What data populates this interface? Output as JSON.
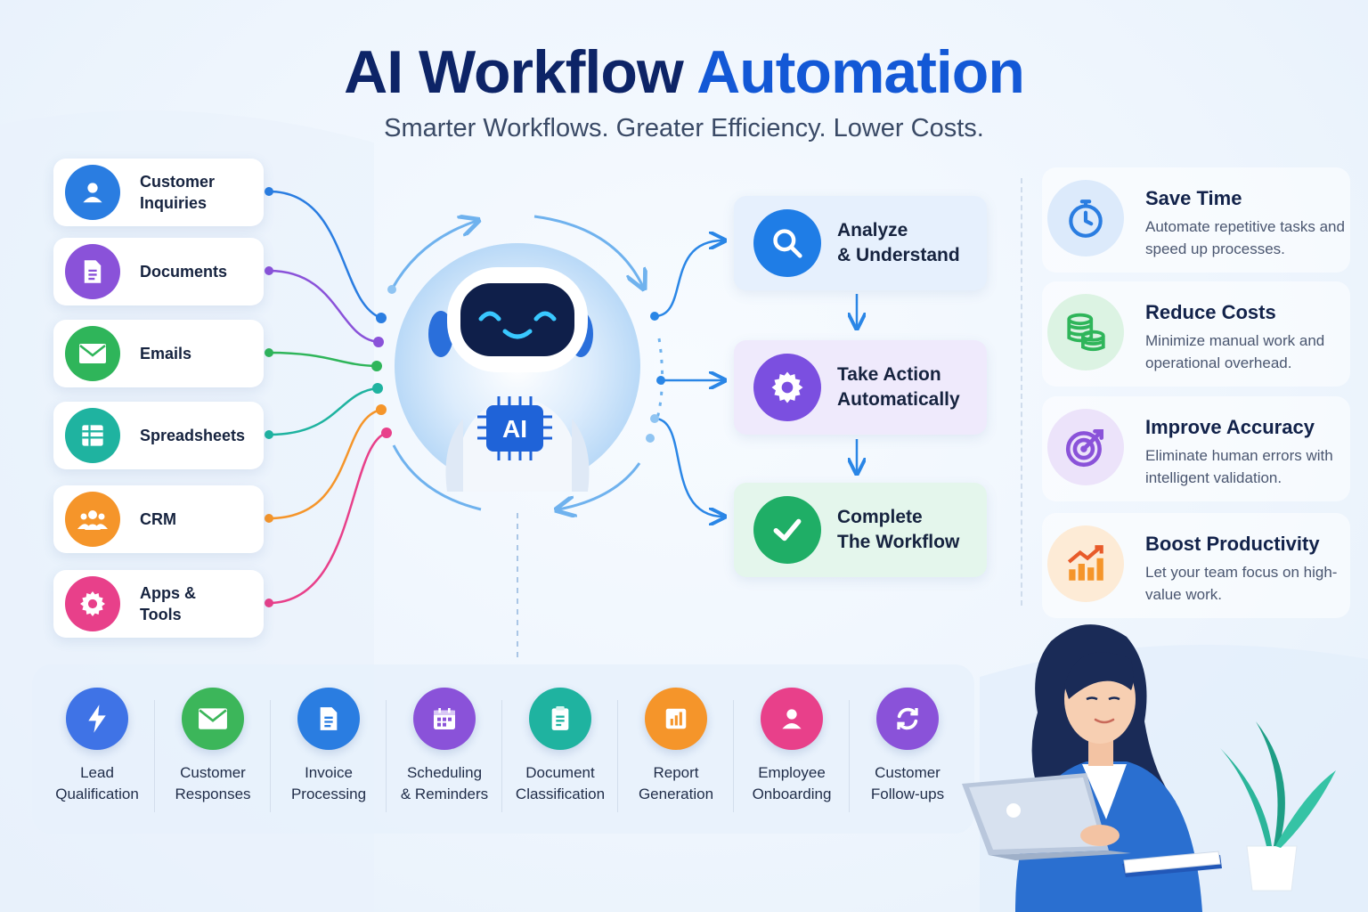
{
  "header": {
    "title_part1": "AI Workflow",
    "title_part2": "Automation",
    "subtitle": "Smarter Workflows. Greater Efficiency. Lower Costs."
  },
  "inputs": [
    {
      "label": "Customer Inquiries",
      "icon": "user-icon",
      "color": "#2a7de1"
    },
    {
      "label": "Documents",
      "icon": "document-icon",
      "color": "#8a52d9"
    },
    {
      "label": "Emails",
      "icon": "mail-icon",
      "color": "#2fb55a"
    },
    {
      "label": "Spreadsheets",
      "icon": "spreadsheet-icon",
      "color": "#1fb3a0"
    },
    {
      "label": "CRM",
      "icon": "team-icon",
      "color": "#f5952a"
    },
    {
      "label": "Apps & Tools",
      "icon": "gear-icon",
      "color": "#e8408a"
    }
  ],
  "robot": {
    "chip_label": "AI"
  },
  "steps": [
    {
      "label_line1": "Analyze",
      "label_line2": "& Understand",
      "icon": "search-icon",
      "color": "#1f7de6",
      "bg": "#e6f0fd"
    },
    {
      "label_line1": "Take Action",
      "label_line2": "Automatically",
      "icon": "gear-icon",
      "color": "#7b4fe0",
      "bg": "#efeafc"
    },
    {
      "label_line1": "Complete",
      "label_line2": "The Workflow",
      "icon": "check-icon",
      "color": "#1fae66",
      "bg": "#e4f6ec"
    }
  ],
  "benefits": [
    {
      "title": "Save Time",
      "desc": "Automate repetitive tasks and speed up processes.",
      "icon": "stopwatch-icon",
      "color": "#2a7de1"
    },
    {
      "title": "Reduce Costs",
      "desc": "Minimize manual work and operational overhead.",
      "icon": "coins-icon",
      "color": "#2fb55a"
    },
    {
      "title": "Improve Accuracy",
      "desc": "Eliminate human errors with intelligent validation.",
      "icon": "target-icon",
      "color": "#8a52d9"
    },
    {
      "title": "Boost Productivity",
      "desc": "Let your team focus on high-value work.",
      "icon": "chart-growth-icon",
      "color": "#f5952a"
    }
  ],
  "use_cases": [
    {
      "line1": "Lead",
      "line2": "Qualification",
      "icon": "lightning-icon",
      "color": "#3f73e6"
    },
    {
      "line1": "Customer",
      "line2": "Responses",
      "icon": "mail-icon",
      "color": "#3cb65a"
    },
    {
      "line1": "Invoice",
      "line2": "Processing",
      "icon": "document-icon",
      "color": "#2a7de1"
    },
    {
      "line1": "Scheduling",
      "line2": "& Reminders",
      "icon": "calendar-icon",
      "color": "#8a52d9"
    },
    {
      "line1": "Document",
      "line2": "Classification",
      "icon": "clipboard-icon",
      "color": "#1fb3a0"
    },
    {
      "line1": "Report",
      "line2": "Generation",
      "icon": "report-icon",
      "color": "#f5952a"
    },
    {
      "line1": "Employee",
      "line2": "Onboarding",
      "icon": "user-icon",
      "color": "#e8408a"
    },
    {
      "line1": "Customer",
      "line2": "Follow-ups",
      "icon": "refresh-icon",
      "color": "#8a52d9"
    }
  ]
}
